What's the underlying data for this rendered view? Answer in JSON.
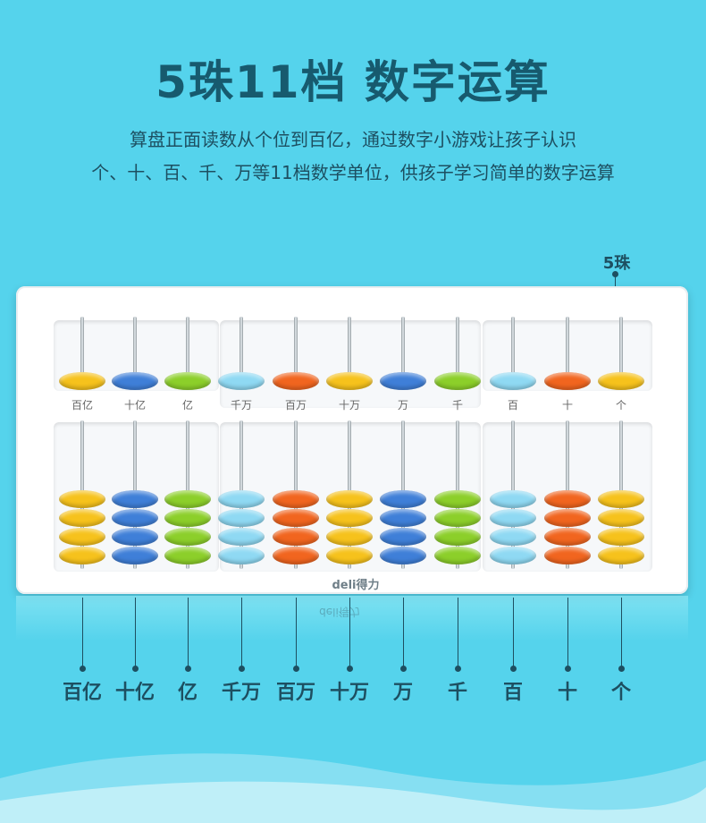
{
  "title": "5珠11档 数字运算",
  "subtitle_line1": "算盘正面读数从个位到百亿，通过数字小游戏让孩子认识",
  "subtitle_line2": "个、十、百、千、万等11档数学单位，供孩子学习简单的数字运算",
  "bead_count_label": "5珠",
  "brand": "deli得力",
  "colors": {
    "background": "#55d3ec",
    "title": "#175a6e",
    "frame": "#ffffff"
  },
  "columns": [
    {
      "place": "百亿",
      "bottom": "百亿",
      "color": "#f6c21c"
    },
    {
      "place": "十亿",
      "bottom": "十亿",
      "color": "#3f7fd8"
    },
    {
      "place": "亿",
      "bottom": "亿",
      "color": "#8ccf2a"
    },
    {
      "place": "千万",
      "bottom": "千万",
      "color": "#8fd9f3"
    },
    {
      "place": "百万",
      "bottom": "百万",
      "color": "#f1651f"
    },
    {
      "place": "十万",
      "bottom": "十万",
      "color": "#f6c21c"
    },
    {
      "place": "万",
      "bottom": "万",
      "color": "#3f7fd8"
    },
    {
      "place": "千",
      "bottom": "千",
      "color": "#8ccf2a"
    },
    {
      "place": "百",
      "bottom": "百",
      "color": "#8fd9f3"
    },
    {
      "place": "十",
      "bottom": "十",
      "color": "#f1651f"
    },
    {
      "place": "个",
      "bottom": "个",
      "color": "#f6c21c"
    }
  ]
}
